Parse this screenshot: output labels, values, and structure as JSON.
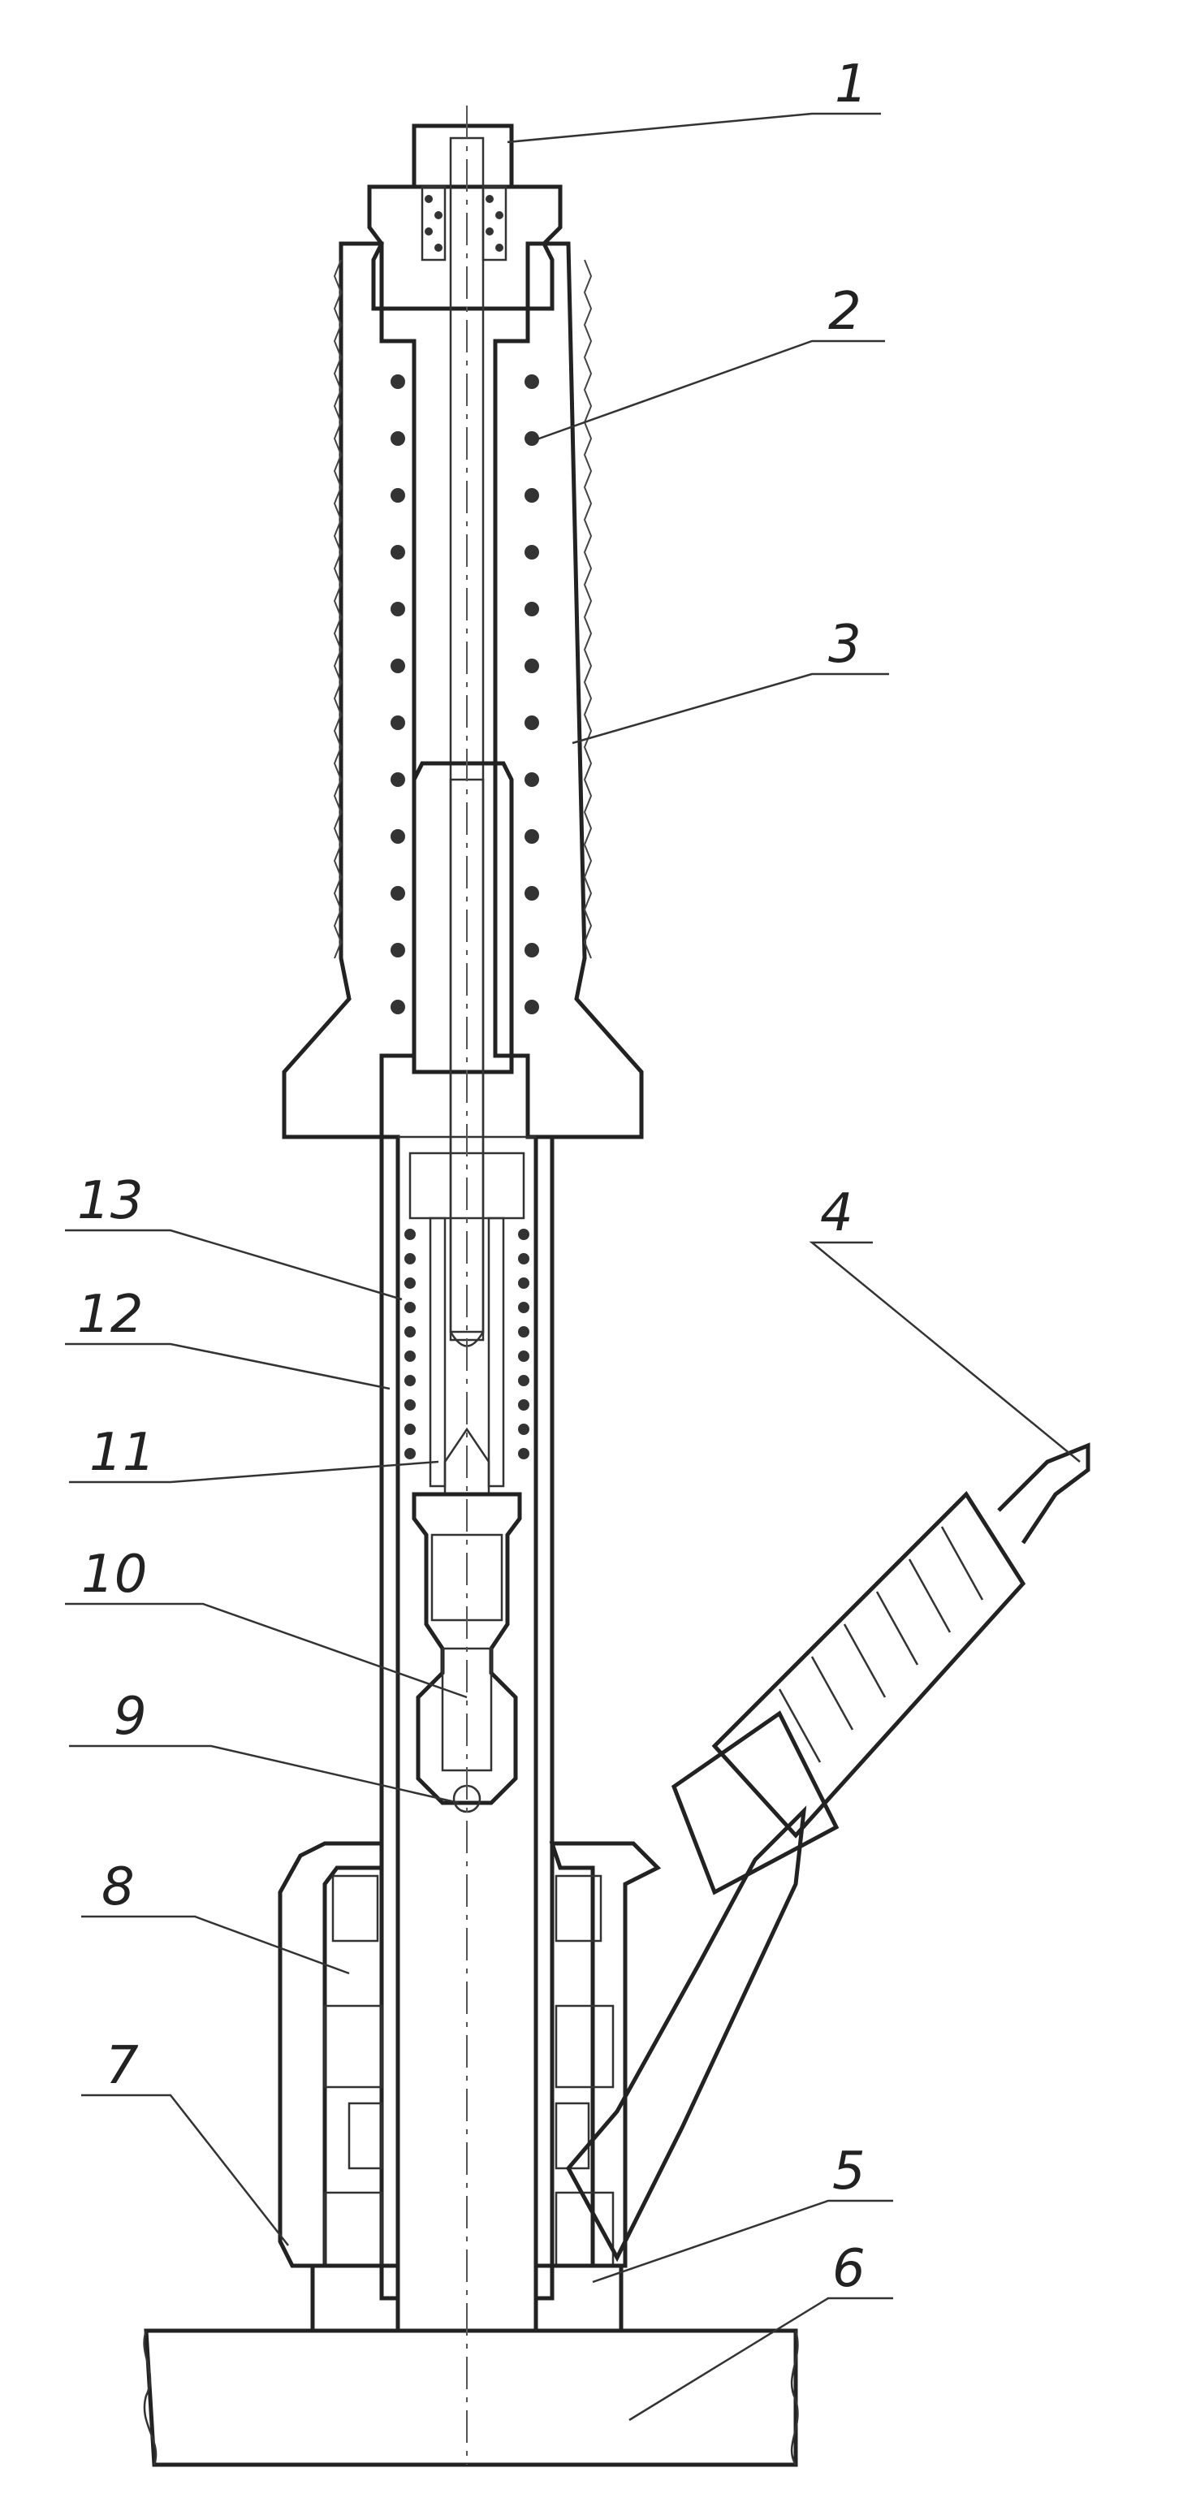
{
  "drawing": {
    "type": "sectional assembly drawing",
    "callouts": [
      "1",
      "2",
      "3",
      "4",
      "5",
      "6",
      "7",
      "8",
      "9",
      "10",
      "11",
      "12",
      "13"
    ]
  }
}
